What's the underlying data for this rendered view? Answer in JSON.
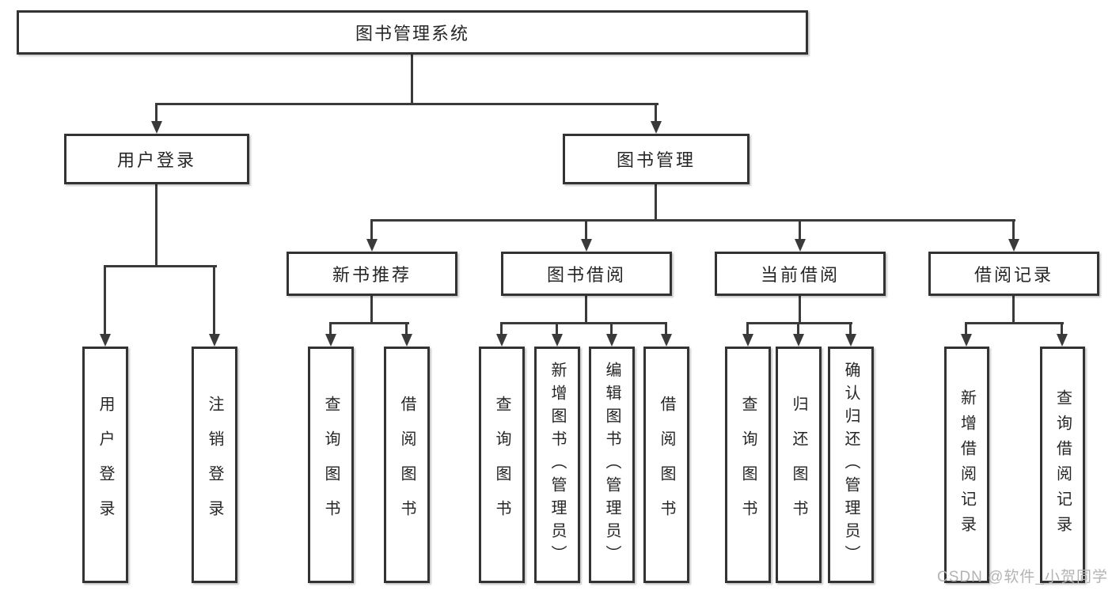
{
  "tree": {
    "root": {
      "label": "图书管理系统"
    },
    "branches": [
      {
        "label": "用户登录",
        "children": [
          {
            "label": "用户登录"
          },
          {
            "label": "注销登录"
          }
        ]
      },
      {
        "label": "图书管理",
        "children": [
          {
            "label": "新书推荐",
            "children": [
              {
                "label": "查询图书"
              },
              {
                "label": "借阅图书"
              }
            ]
          },
          {
            "label": "图书借阅",
            "children": [
              {
                "label": "查询图书"
              },
              {
                "label": "新增图书（管理员）"
              },
              {
                "label": "编辑图书（管理员）"
              },
              {
                "label": "借阅图书"
              }
            ]
          },
          {
            "label": "当前借阅",
            "children": [
              {
                "label": "查询图书"
              },
              {
                "label": "归还图书"
              },
              {
                "label": "确认归还（管理员）"
              }
            ]
          },
          {
            "label": "借阅记录",
            "children": [
              {
                "label": "新增借阅记录"
              },
              {
                "label": "查询借阅记录"
              }
            ]
          }
        ]
      }
    ]
  },
  "watermark": {
    "text": "CSDN @软件_小贺同学"
  },
  "colors": {
    "line": "#3a3a3a",
    "border": "#333333",
    "text": "#262626",
    "watermark": "#b3b3b3",
    "background": "#ffffff"
  }
}
